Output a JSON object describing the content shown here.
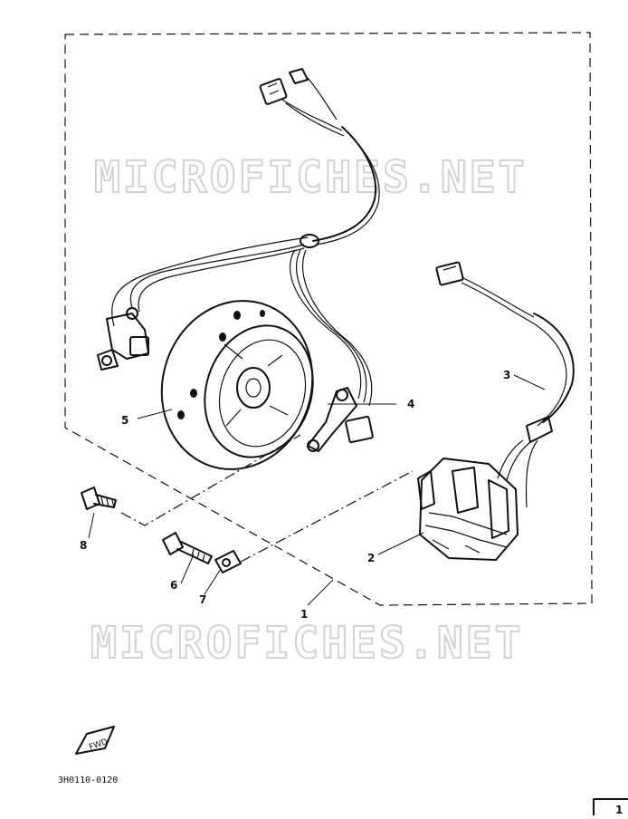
{
  "watermarks": [
    "MICROFICHES.NET",
    "MICROFICHES.NET"
  ],
  "callouts": [
    {
      "id": "1",
      "label": "1"
    },
    {
      "id": "2",
      "label": "2"
    },
    {
      "id": "3",
      "label": "3"
    },
    {
      "id": "4",
      "label": "4"
    },
    {
      "id": "5",
      "label": "5"
    },
    {
      "id": "6",
      "label": "6"
    },
    {
      "id": "7",
      "label": "7"
    },
    {
      "id": "8",
      "label": "8"
    }
  ],
  "fwd_label": "FWD",
  "diagram_code": "3H0110-0120",
  "page_tab": "1"
}
